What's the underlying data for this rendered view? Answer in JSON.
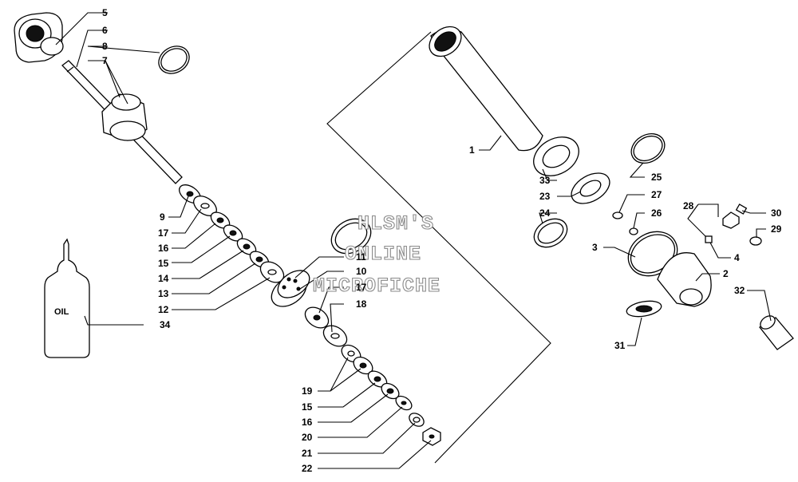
{
  "diagram": {
    "bottle_label": "OIL",
    "watermark": [
      "HLSM'S",
      "ONLINE",
      "MICROFICHE"
    ],
    "callouts": [
      {
        "id": "c5",
        "text": "5"
      },
      {
        "id": "c6",
        "text": "6"
      },
      {
        "id": "c8",
        "text": "8"
      },
      {
        "id": "c7",
        "text": "7"
      },
      {
        "id": "c9",
        "text": "9"
      },
      {
        "id": "c17a",
        "text": "17"
      },
      {
        "id": "c16a",
        "text": "16"
      },
      {
        "id": "c15a",
        "text": "15"
      },
      {
        "id": "c14",
        "text": "14"
      },
      {
        "id": "c13",
        "text": "13"
      },
      {
        "id": "c12",
        "text": "12"
      },
      {
        "id": "c34",
        "text": "34"
      },
      {
        "id": "c11",
        "text": "11"
      },
      {
        "id": "c10",
        "text": "10"
      },
      {
        "id": "c17b",
        "text": "17"
      },
      {
        "id": "c18",
        "text": "18"
      },
      {
        "id": "c19",
        "text": "19"
      },
      {
        "id": "c15b",
        "text": "15"
      },
      {
        "id": "c16b",
        "text": "16"
      },
      {
        "id": "c20",
        "text": "20"
      },
      {
        "id": "c21",
        "text": "21"
      },
      {
        "id": "c22",
        "text": "22"
      },
      {
        "id": "c1",
        "text": "1"
      },
      {
        "id": "c33",
        "text": "33"
      },
      {
        "id": "c23",
        "text": "23"
      },
      {
        "id": "c24",
        "text": "24"
      },
      {
        "id": "c25",
        "text": "25"
      },
      {
        "id": "c27",
        "text": "27"
      },
      {
        "id": "c26",
        "text": "26"
      },
      {
        "id": "c28",
        "text": "28"
      },
      {
        "id": "c30",
        "text": "30"
      },
      {
        "id": "c29",
        "text": "29"
      },
      {
        "id": "c3",
        "text": "3"
      },
      {
        "id": "c4",
        "text": "4"
      },
      {
        "id": "c2",
        "text": "2"
      },
      {
        "id": "c32",
        "text": "32"
      },
      {
        "id": "c31",
        "text": "31"
      }
    ]
  }
}
